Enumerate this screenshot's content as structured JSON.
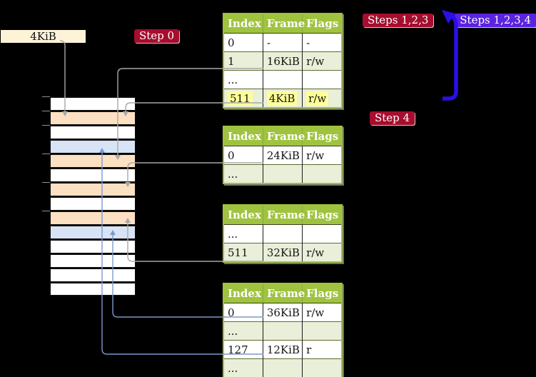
{
  "labels": {
    "page_size_label": "4KiB"
  },
  "badges": {
    "step0": {
      "label": "Step 0",
      "color": "#a60d2e"
    },
    "steps123": {
      "label": "Steps 1,2,3",
      "color": "#a60d2e"
    },
    "steps1234": {
      "label": "Steps 1,2,3,4",
      "color": "#5a23e0"
    },
    "step4": {
      "label": "Step 4",
      "color": "#a60d2e"
    }
  },
  "tables": [
    {
      "name": "page-table-level-top",
      "headers": [
        "Index",
        "Frame",
        "Flags"
      ],
      "rows": [
        {
          "cells": [
            "0",
            "-",
            "-"
          ]
        },
        {
          "cells": [
            "1",
            "16KiB",
            "r/w"
          ]
        },
        {
          "cells": [
            "...",
            "",
            ""
          ]
        },
        {
          "cells": [
            "511",
            "4KiB",
            "r/w"
          ],
          "highlight": true
        }
      ]
    },
    {
      "name": "page-table-16kib",
      "headers": [
        "Index",
        "Frame",
        "Flags"
      ],
      "rows": [
        {
          "cells": [
            "0",
            "24KiB",
            "r/w"
          ]
        },
        {
          "cells": [
            "...",
            "",
            ""
          ]
        }
      ]
    },
    {
      "name": "page-table-24kib",
      "headers": [
        "Index",
        "Frame",
        "Flags"
      ],
      "rows": [
        {
          "cells": [
            "...",
            "",
            ""
          ]
        },
        {
          "cells": [
            "511",
            "32KiB",
            "r/w"
          ]
        }
      ]
    },
    {
      "name": "page-table-32kib",
      "headers": [
        "Index",
        "Frame",
        "Flags"
      ],
      "rows": [
        {
          "cells": [
            "0",
            "36KiB",
            "r/w"
          ]
        },
        {
          "cells": [
            "...",
            "",
            ""
          ]
        },
        {
          "cells": [
            "127",
            "12KiB",
            "r"
          ]
        },
        {
          "cells": [
            "...",
            "",
            ""
          ]
        }
      ]
    }
  ],
  "memory_strip": {
    "cells": [
      "white",
      "peach",
      "white",
      "blue",
      "peach",
      "white",
      "peach",
      "white",
      "peach",
      "blue",
      "white",
      "white",
      "white",
      "white"
    ]
  },
  "colors": {
    "background": "#000000",
    "label_box": "#fdf3d7",
    "table_header": "#9fc33f",
    "table_row_shade": "#e9efd8",
    "highlight_yellow": "#ffff99",
    "strip": {
      "white": "#ffffff",
      "peach": "#fce0c2",
      "blue": "#d8e4f5"
    },
    "connector_gray": "#a8a8a8",
    "connector_blue": "#7a99cc",
    "loop_arrow_blue": "#2b10e6"
  }
}
